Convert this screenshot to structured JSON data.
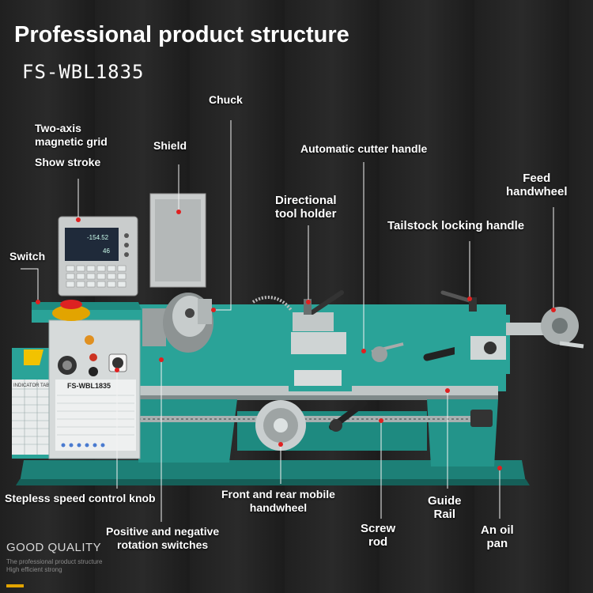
{
  "header": {
    "title": "Professional product structure",
    "model": "FS-WBL1835"
  },
  "labels": {
    "chuck": "Chuck",
    "two_axis_1": "Two-axis",
    "two_axis_2": "magnetic grid",
    "show_stroke": "Show stroke",
    "shield": "Shield",
    "switch": "Switch",
    "auto_cutter": "Automatic cutter handle",
    "directional_1": "Directional",
    "directional_2": "tool holder",
    "feed_1": "Feed",
    "feed_2": "handwheel",
    "tailstock": "Tailstock locking handle",
    "stepless": "Stepless speed control knob",
    "front_rear_1": "Front and rear mobile",
    "front_rear_2": "handwheel",
    "guide_1": "Guide",
    "guide_2": "Rail",
    "screw_1": "Screw",
    "screw_2": "rod",
    "oil_1": "An oil",
    "oil_2": "pan",
    "pos_neg_1": "Positive and negative",
    "pos_neg_2": "rotation switches"
  },
  "machine": {
    "panel_model": "FS-WBL1835",
    "indicator_table": "INDICATOR TABLE",
    "readout_1": "-154.52",
    "readout_2": "46"
  },
  "footer": {
    "brand": "GOOD QUALITY",
    "sub_1": "The professional product structure",
    "sub_2": "High efficient strong"
  },
  "colors": {
    "machine_body": "#2aa398",
    "accent_yellow": "#e2a400"
  }
}
